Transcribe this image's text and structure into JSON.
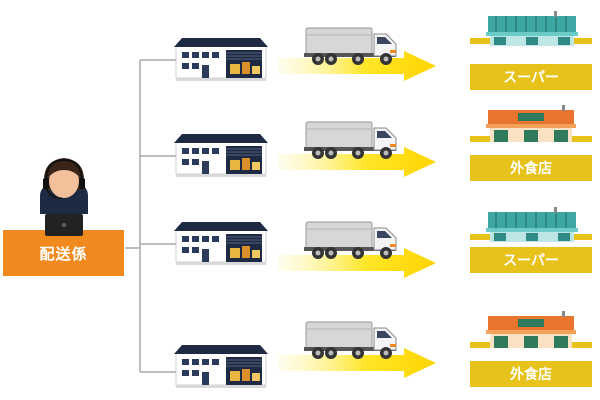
{
  "dispatcher": {
    "label": "配送係"
  },
  "routes": [
    {
      "destination": "スーパー",
      "store_type": "supermarket-icon"
    },
    {
      "destination": "外食店",
      "store_type": "restaurant-icon"
    },
    {
      "destination": "スーパー",
      "store_type": "supermarket-icon"
    },
    {
      "destination": "外食店",
      "store_type": "restaurant-icon"
    }
  ],
  "colors": {
    "accent_orange": "#f08a1f",
    "label_yellow": "#e7c21b",
    "arrow_yellow": "#ffe629",
    "connector_gray": "#a8a8a8",
    "building_navy": "#1e2a44",
    "truck_gray": "#cfcfcf",
    "supermarket_teal": "#3fa7a3",
    "restaurant_orange": "#e9742e"
  }
}
